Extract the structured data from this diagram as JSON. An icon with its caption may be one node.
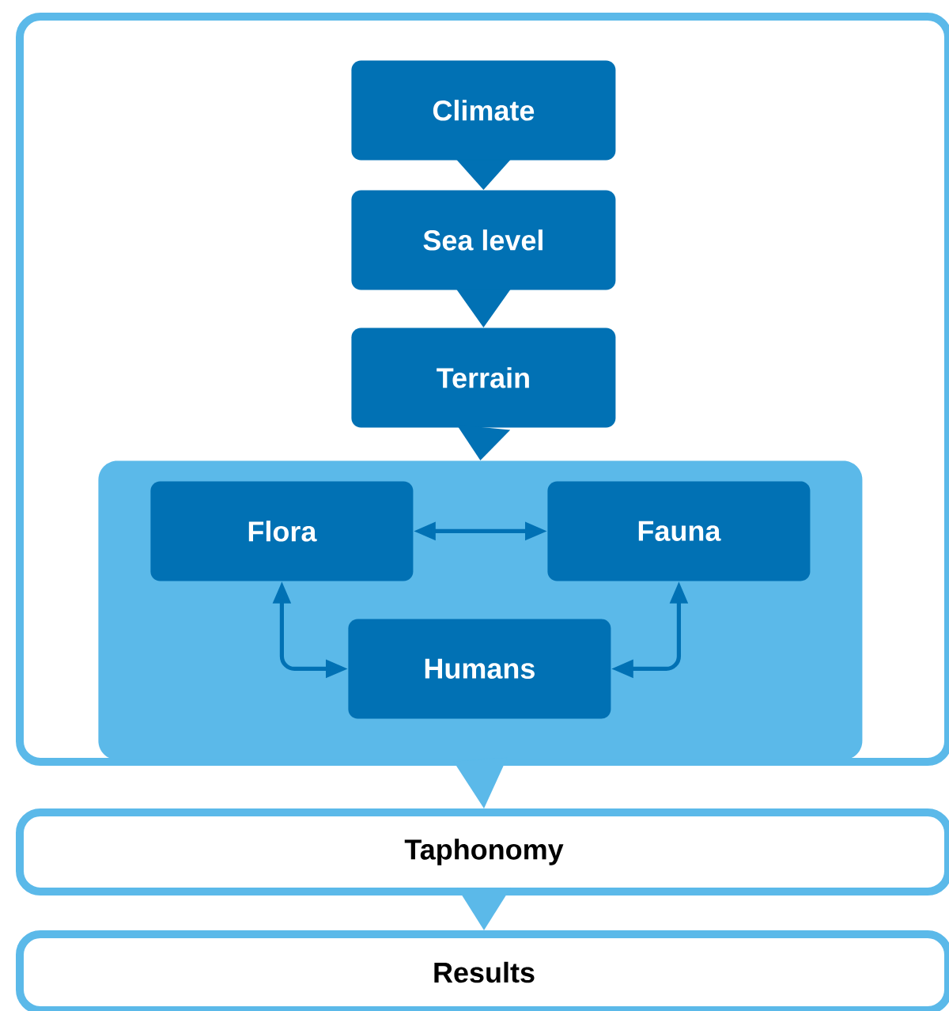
{
  "diagram": {
    "nodes": [
      {
        "text": [],
        "shape": "box"
      },
      {
        "text": [
          "Climate"
        ],
        "in": 0
      },
      {
        "text": [
          "Sea level"
        ],
        "in": 0
      },
      {
        "text": [
          "Terrain"
        ],
        "in": 0
      },
      {
        "text": [],
        "shape": "box",
        "in": 0
      },
      {
        "text": [
          "Flora"
        ],
        "in": 4
      },
      {
        "text": [
          "Fauna"
        ],
        "in": 4
      },
      {
        "text": [
          "Humans"
        ],
        "in": 4
      },
      {
        "text": [
          "Taphonomy"
        ]
      },
      {
        "text": [
          "Results"
        ]
      }
    ],
    "edges": [
      {
        "from": 1,
        "to": 2,
        "arrow": "to"
      },
      {
        "from": 2,
        "to": 3,
        "arrow": "to"
      },
      {
        "from": 3,
        "to": 4,
        "arrow": "to"
      },
      {
        "from": 4,
        "to": 8,
        "arrow": "to",
        "color": "#5bb9e9"
      },
      {
        "from": 8,
        "to": 9,
        "arrow": "to",
        "color": "#5bb9e9"
      },
      {
        "from": 5,
        "to": 6,
        "arrow": "both"
      },
      {
        "from": 5,
        "to": 7,
        "arrow": "both"
      },
      {
        "from": 6,
        "to": 7,
        "arrow": "both"
      }
    ]
  }
}
